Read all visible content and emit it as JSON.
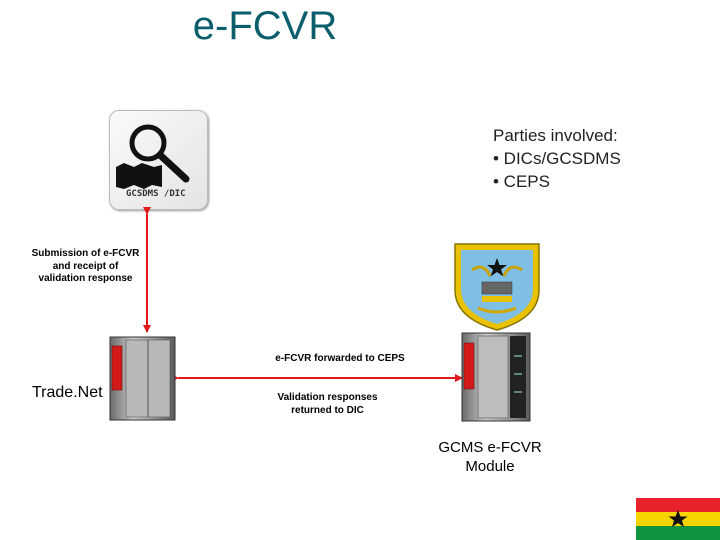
{
  "title": "e-FCVR",
  "parties": {
    "heading": "Parties involved:",
    "items": [
      "• DICs/GCSDMS",
      "• CEPS"
    ]
  },
  "gcsds_label": "GCSDMS /DIC",
  "submission_label": [
    "Submission of e-FCVR",
    "and receipt of",
    "validation response"
  ],
  "forwarded_label": "e-FCVR forwarded to CEPS",
  "validation_label": [
    "Validation responses",
    "returned to DIC"
  ],
  "tradenet_label": "Trade.Net",
  "gcms_label": [
    "GCMS e-FCVR",
    "Module"
  ],
  "colors": {
    "arrow": "#e0191b",
    "title": "#0b5e6b",
    "server_red": "#d21a1a",
    "flag_red": "#e8222a",
    "flag_yellow": "#f5d400",
    "flag_green": "#10933f",
    "badge_blue": "#7fbfe3",
    "badge_gold": "#e8c200"
  }
}
